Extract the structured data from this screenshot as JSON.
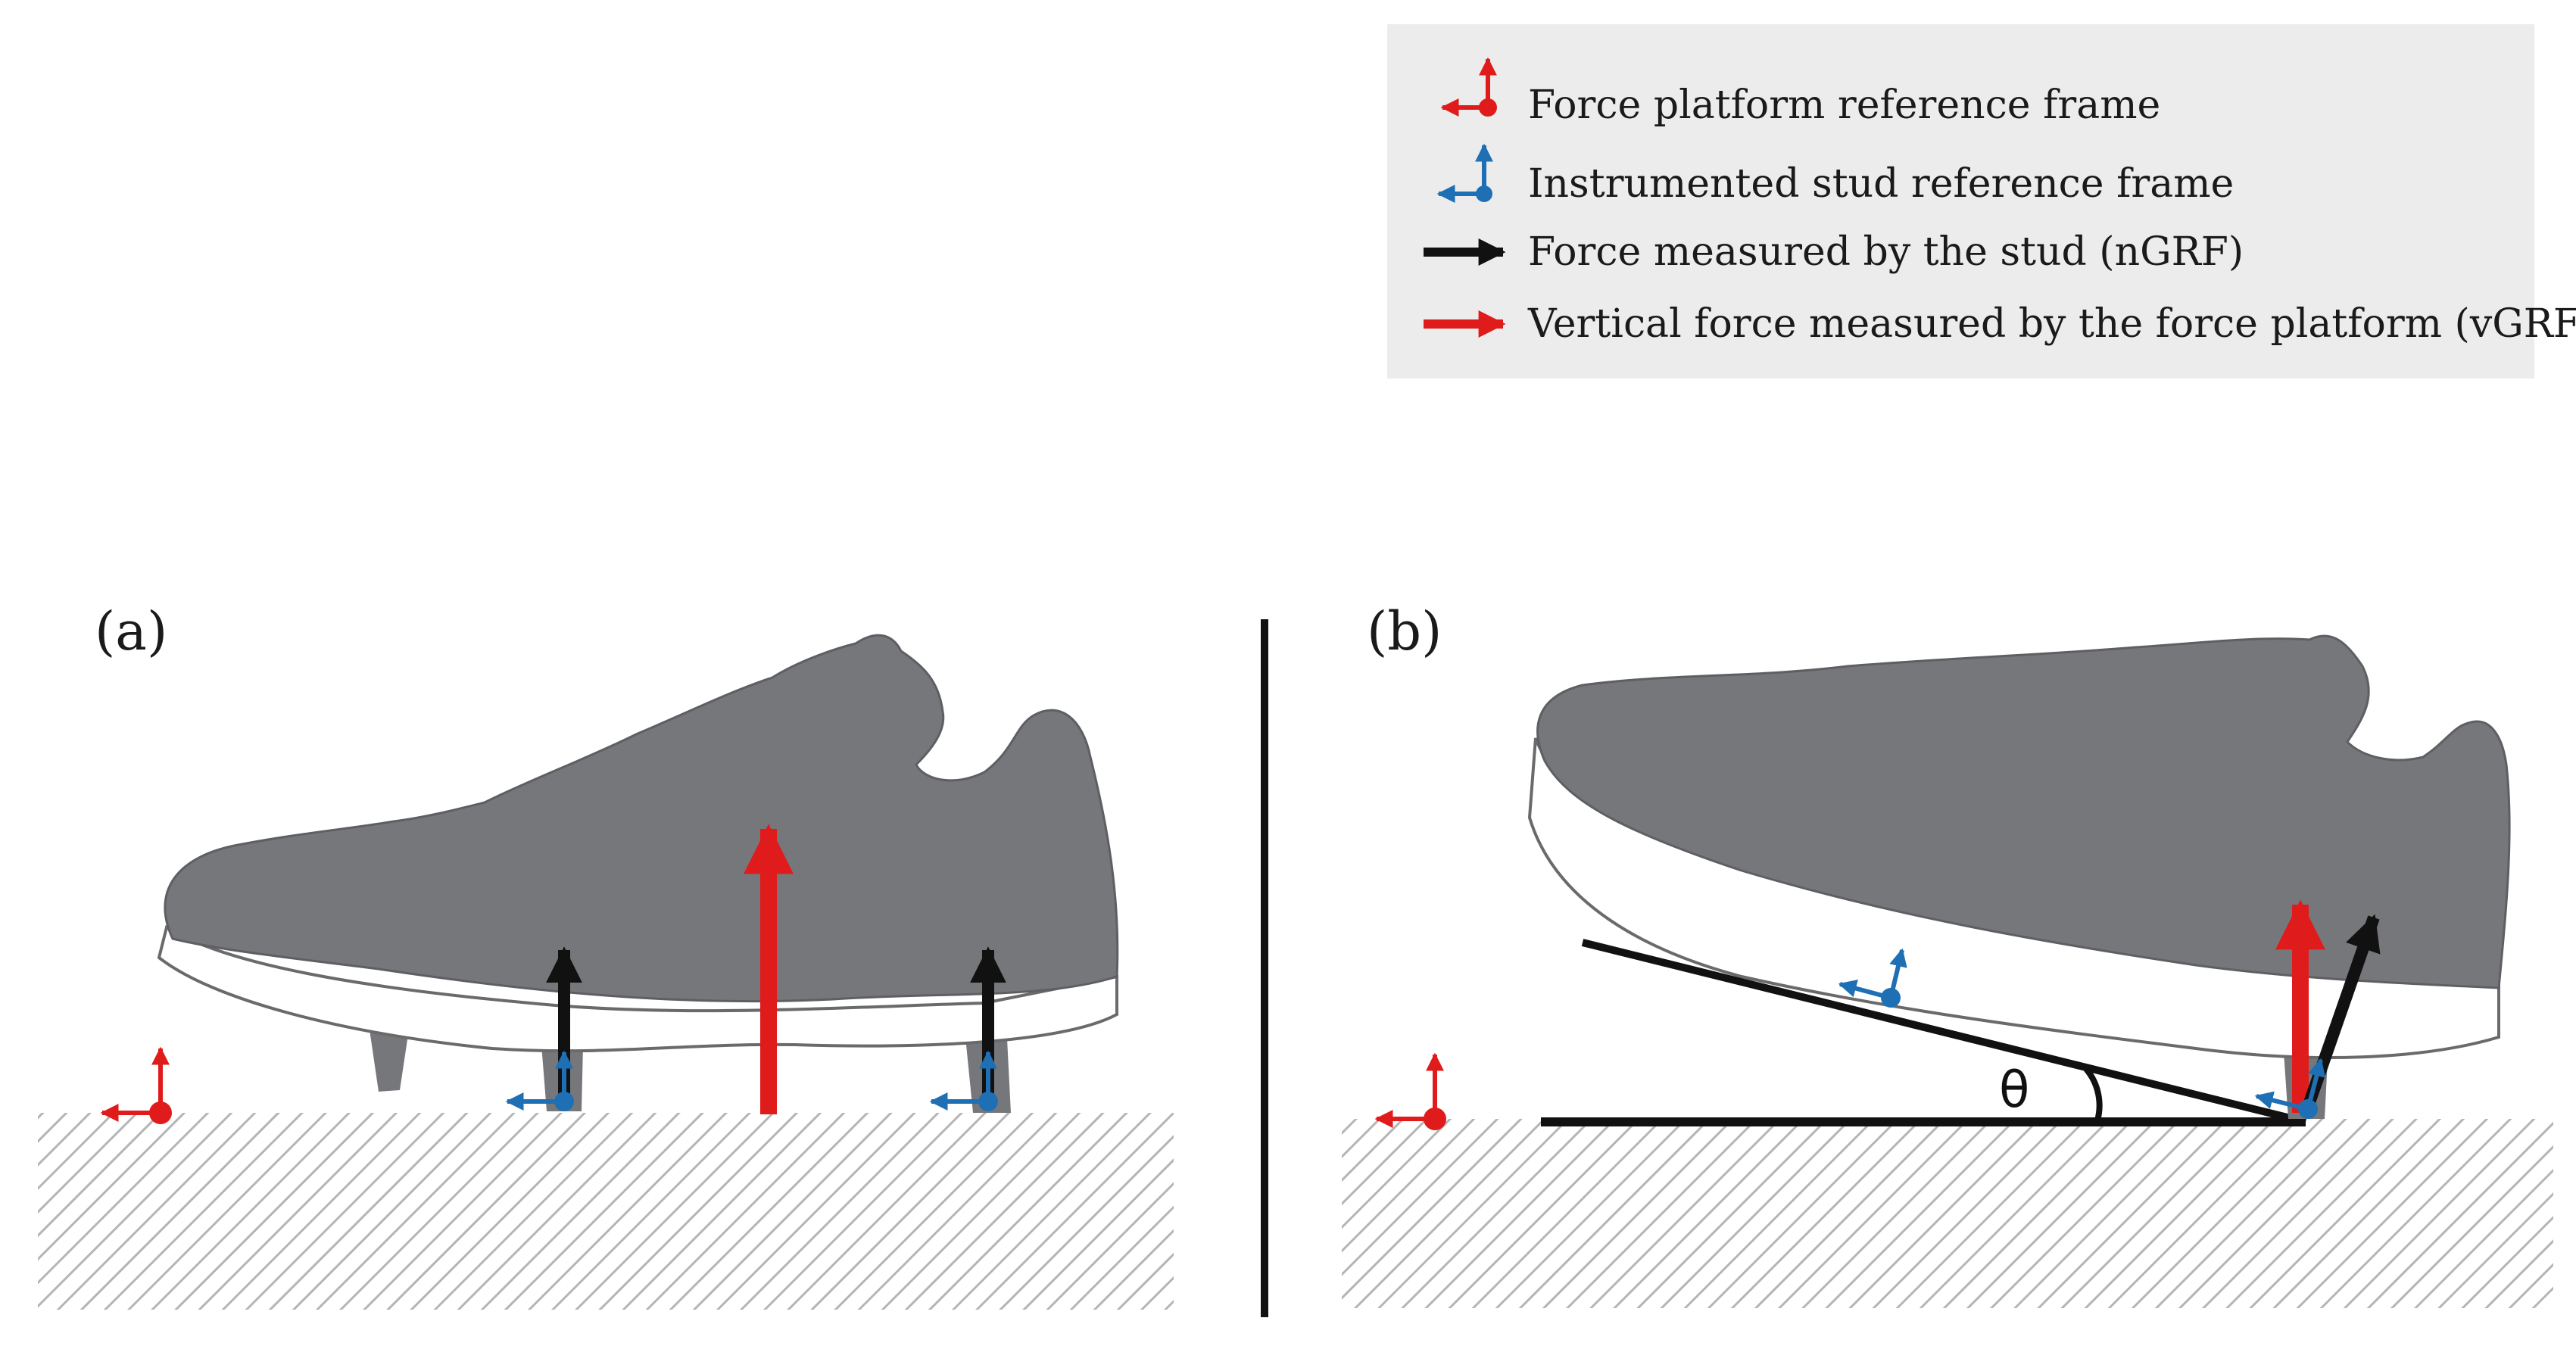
{
  "legend": {
    "items": [
      {
        "label": "Force platform reference frame",
        "icon": "red-reference-frame-icon",
        "color": "#e01b1b"
      },
      {
        "label": "Instrumented stud reference frame",
        "icon": "blue-reference-frame-icon",
        "color": "#1f6fb5"
      },
      {
        "label": "Force measured by the stud (nGRF)",
        "icon": "black-arrow-icon",
        "color": "#111111"
      },
      {
        "label": "Vertical force measured by the force platform (vGRF)",
        "icon": "red-arrow-icon",
        "color": "#e01b1b"
      }
    ]
  },
  "panels": {
    "a": {
      "label": "(a)"
    },
    "b": {
      "label": "(b)",
      "angle_label": "θ"
    }
  },
  "colors": {
    "shoe": "#76777b",
    "sole": "#ffffff",
    "hatch": "#b5b5b5",
    "legend_bg": "#ececec",
    "force_platform": "#e01b1b",
    "stud_frame": "#1f6fb5",
    "stud_force": "#111111"
  }
}
